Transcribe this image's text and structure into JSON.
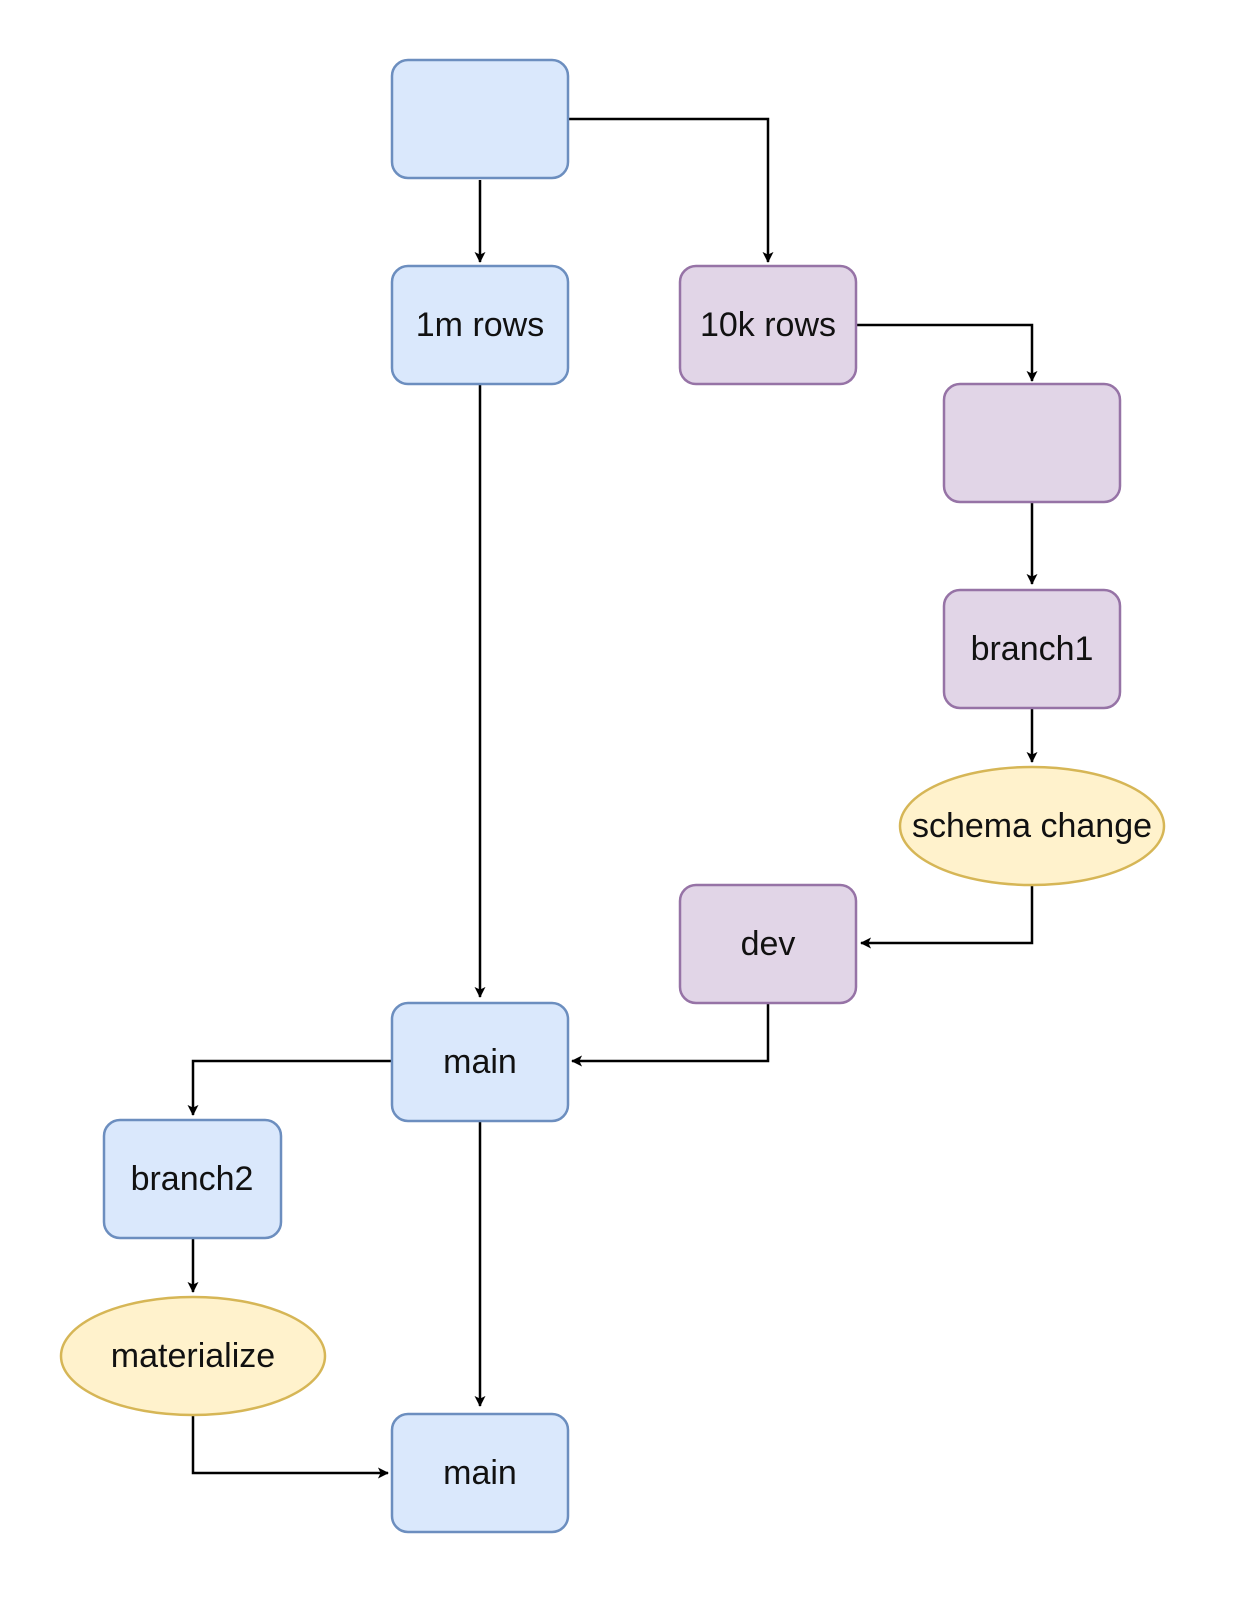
{
  "colors": {
    "blue_fill": "#dae8fc",
    "blue_stroke": "#6c8ebf",
    "purple_fill": "#e1d5e7",
    "purple_stroke": "#9673a6",
    "yellow_fill": "#fff2cc",
    "yellow_stroke": "#d6b656",
    "edge": "#000000"
  },
  "nodes": {
    "root": {
      "label": "",
      "style": "blue",
      "shape": "rounded-rect"
    },
    "rows_1m": {
      "label": "1m rows",
      "style": "blue",
      "shape": "rounded-rect"
    },
    "rows_10k": {
      "label": "10k rows",
      "style": "purple",
      "shape": "rounded-rect"
    },
    "purple_blank": {
      "label": "",
      "style": "purple",
      "shape": "rounded-rect"
    },
    "branch1": {
      "label": "branch1",
      "style": "purple",
      "shape": "rounded-rect"
    },
    "schema_change": {
      "label": "schema change",
      "style": "yellow",
      "shape": "ellipse"
    },
    "dev": {
      "label": "dev",
      "style": "purple",
      "shape": "rounded-rect"
    },
    "main_top": {
      "label": "main",
      "style": "blue",
      "shape": "rounded-rect"
    },
    "branch2": {
      "label": "branch2",
      "style": "blue",
      "shape": "rounded-rect"
    },
    "materialize": {
      "label": "materialize",
      "style": "yellow",
      "shape": "ellipse"
    },
    "main_bottom": {
      "label": "main",
      "style": "blue",
      "shape": "rounded-rect"
    }
  },
  "edges": [
    {
      "from": "root",
      "to": "rows_1m"
    },
    {
      "from": "root",
      "to": "rows_10k"
    },
    {
      "from": "rows_10k",
      "to": "purple_blank"
    },
    {
      "from": "purple_blank",
      "to": "branch1"
    },
    {
      "from": "branch1",
      "to": "schema_change"
    },
    {
      "from": "schema_change",
      "to": "dev"
    },
    {
      "from": "rows_1m",
      "to": "main_top"
    },
    {
      "from": "dev",
      "to": "main_top"
    },
    {
      "from": "main_top",
      "to": "branch2"
    },
    {
      "from": "branch2",
      "to": "materialize"
    },
    {
      "from": "main_top",
      "to": "main_bottom"
    },
    {
      "from": "materialize",
      "to": "main_bottom"
    }
  ]
}
